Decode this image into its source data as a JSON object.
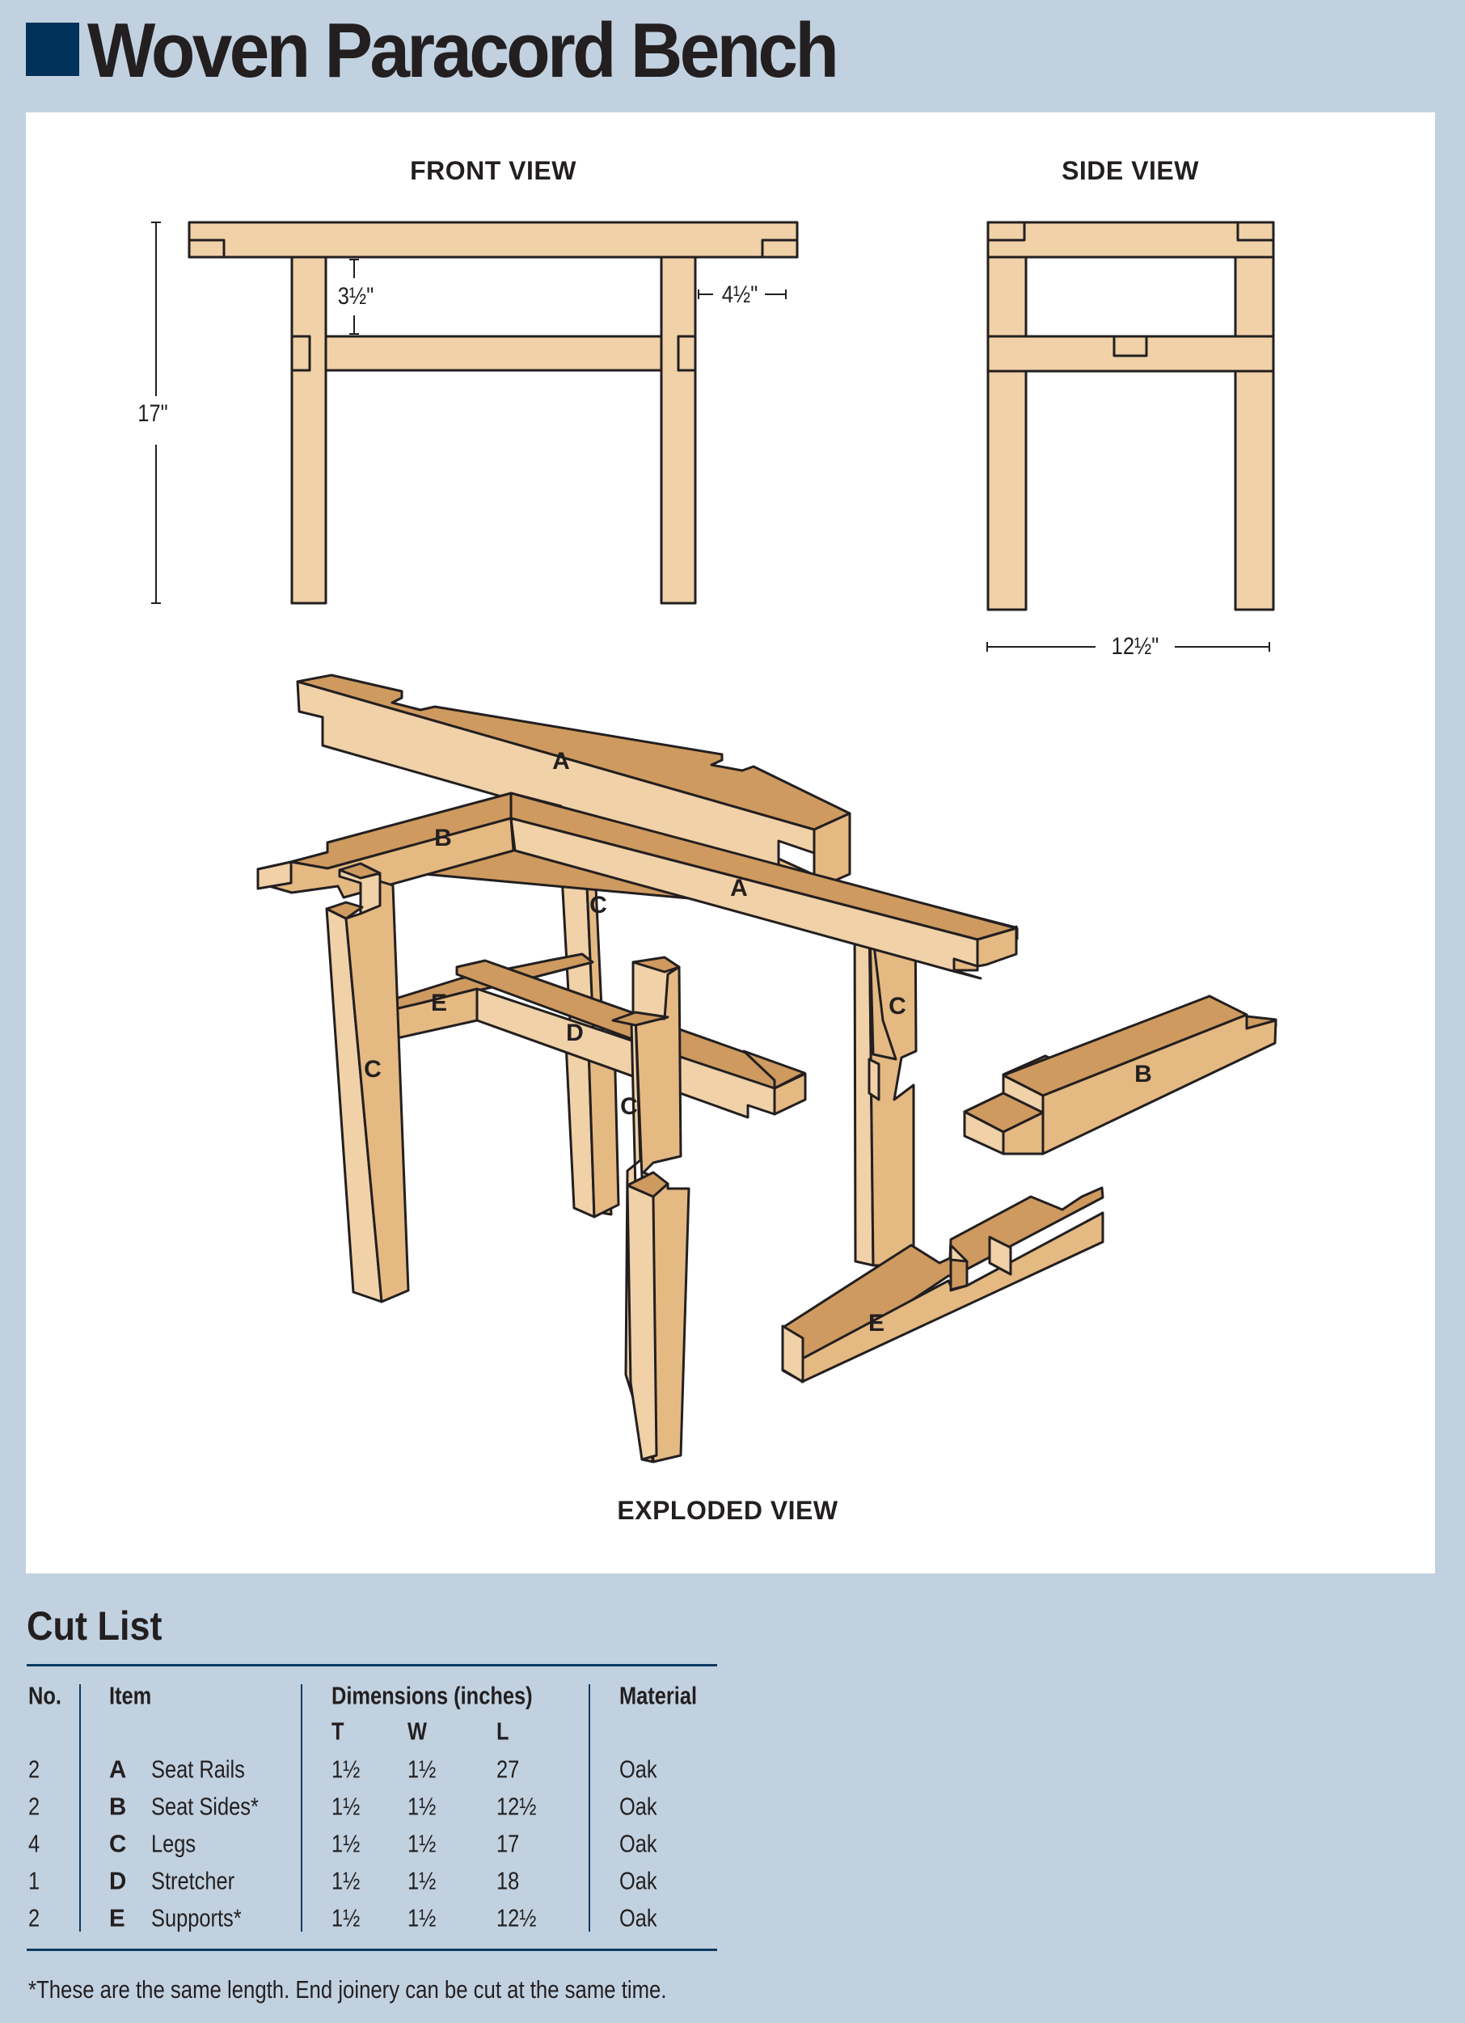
{
  "header": {
    "title": "Woven Paracord Bench",
    "accent_color": "#00325A",
    "background_color": "#C1D1E0"
  },
  "drawing": {
    "colors": {
      "face_light": "#F0D1A8",
      "face_mid": "#E5B982",
      "face_dark": "#CE9A5F",
      "outline": "#231F20"
    },
    "front_view": {
      "label": "FRONT VIEW",
      "dims": {
        "height": "17\"",
        "stretcher_gap": "3½\"",
        "overhang": "4½\""
      }
    },
    "side_view": {
      "label": "SIDE VIEW",
      "dims": {
        "width": "12½\""
      }
    },
    "exploded_view": {
      "label": "EXPLODED VIEW",
      "part_labels": [
        "A",
        "A",
        "B",
        "B",
        "C",
        "C",
        "C",
        "C",
        "D",
        "E",
        "E"
      ]
    }
  },
  "cut_list": {
    "title": "Cut List",
    "headers": {
      "no": "No.",
      "item": "Item",
      "dimensions": "Dimensions (inches)",
      "t": "T",
      "w": "W",
      "l": "L",
      "material": "Material"
    },
    "rows": [
      {
        "no": "2",
        "letter": "A",
        "name": "Seat Rails",
        "t": "1½",
        "w": "1½",
        "l": "27",
        "material": "Oak"
      },
      {
        "no": "2",
        "letter": "B",
        "name": "Seat Sides*",
        "t": "1½",
        "w": "1½",
        "l": "12½",
        "material": "Oak"
      },
      {
        "no": "4",
        "letter": "C",
        "name": "Legs",
        "t": "1½",
        "w": "1½",
        "l": "17",
        "material": "Oak"
      },
      {
        "no": "1",
        "letter": "D",
        "name": "Stretcher",
        "t": "1½",
        "w": "1½",
        "l": "18",
        "material": "Oak"
      },
      {
        "no": "2",
        "letter": "E",
        "name": "Supports*",
        "t": "1½",
        "w": "1½",
        "l": "12½",
        "material": "Oak"
      }
    ],
    "footnote": "*These are the same length. End joinery can be cut at the same time."
  }
}
